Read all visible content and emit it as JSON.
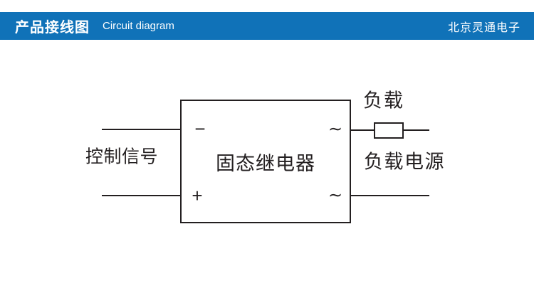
{
  "header": {
    "title_cn": "产品接线图",
    "title_en": "Circuit diagram",
    "company": "北京灵通电子",
    "bar_color": "#1072b8",
    "text_color": "#ffffff"
  },
  "diagram": {
    "relay_label": "固态继电器",
    "control_signal_label": "控制信号",
    "load_label": "负载",
    "load_power_label": "负载电源",
    "terminals": {
      "dc_minus": "−",
      "dc_plus": "+",
      "ac_top": "∼",
      "ac_bottom": "∼"
    },
    "line_color": "#231f20"
  }
}
